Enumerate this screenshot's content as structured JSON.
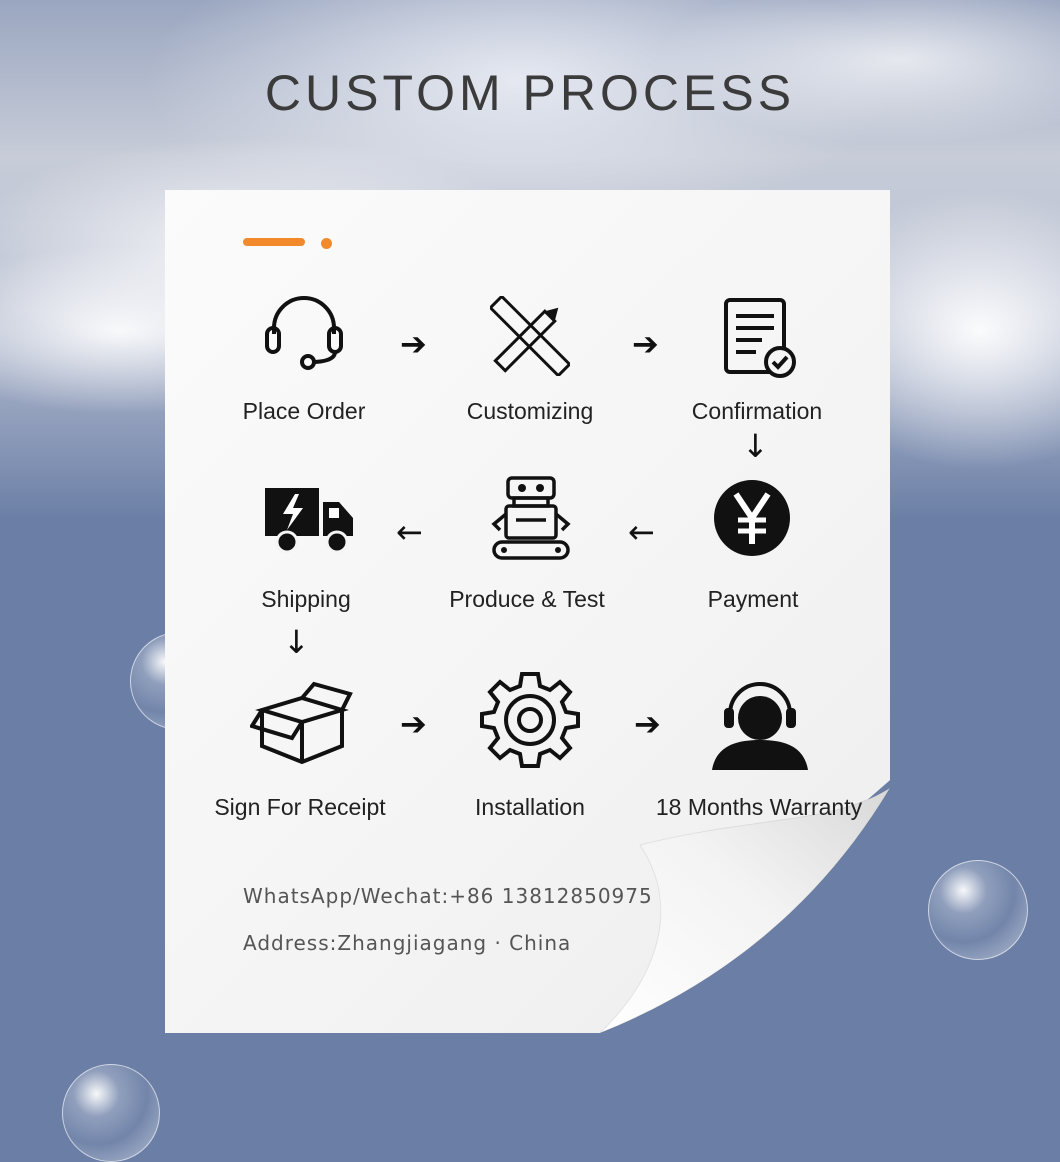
{
  "title": "CUSTOM PROCESS",
  "accent_color": "#f28a2b",
  "steps": [
    {
      "label": "Place Order",
      "icon": "headset-icon"
    },
    {
      "label": "Customizing",
      "icon": "pencil-ruler-icon"
    },
    {
      "label": "Confirmation",
      "icon": "document-check-icon"
    },
    {
      "label": "Payment",
      "icon": "yen-coin-icon"
    },
    {
      "label": "Produce & Test",
      "icon": "robot-icon"
    },
    {
      "label": "Shipping",
      "icon": "truck-icon"
    },
    {
      "label": "Sign For Receipt",
      "icon": "open-box-icon"
    },
    {
      "label": "Installation",
      "icon": "gear-icon"
    },
    {
      "label": "18 Months Warranty",
      "icon": "support-agent-icon"
    }
  ],
  "contact": {
    "whatsapp": "WhatsApp/Wechat:+86 13812850975",
    "address": "Address:Zhangjiagang · China"
  }
}
